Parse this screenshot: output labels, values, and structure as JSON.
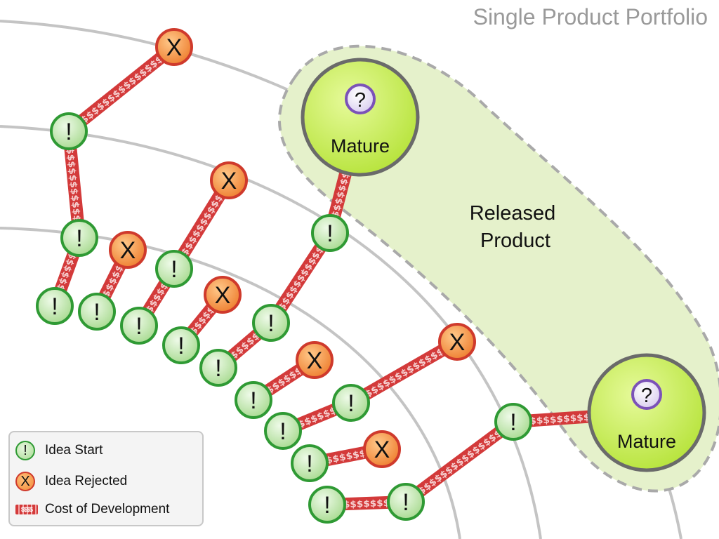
{
  "title": "Single Product Portfolio",
  "legend": {
    "idea_start": "Idea Start",
    "idea_rejected": "Idea Rejected",
    "cost_of_development": "Cost of Development"
  },
  "node_symbols": {
    "idea_start": "!",
    "idea_rejected": "X",
    "mature": "?"
  },
  "released_product_label": "Released Product",
  "mature_label": "Mature",
  "cost_symbol": "$",
  "colors": {
    "start_fill": "#b7e3a2",
    "start_stroke": "#2f9a34",
    "rejected_fill": "#f5954a",
    "rejected_stroke": "#cf3a2c",
    "mature_fill": "#c8ee5a",
    "mature_stroke": "#6a6a6a",
    "mature_badge_fill": "#e9e2f6",
    "mature_badge_stroke": "#7b52b8",
    "cost_fill": "#d33a3a",
    "region_fill": "#e4f1c9",
    "region_stroke": "#a8a8a8",
    "arc_stroke": "#c6c6c6",
    "title_color": "#9a9a9a"
  }
}
